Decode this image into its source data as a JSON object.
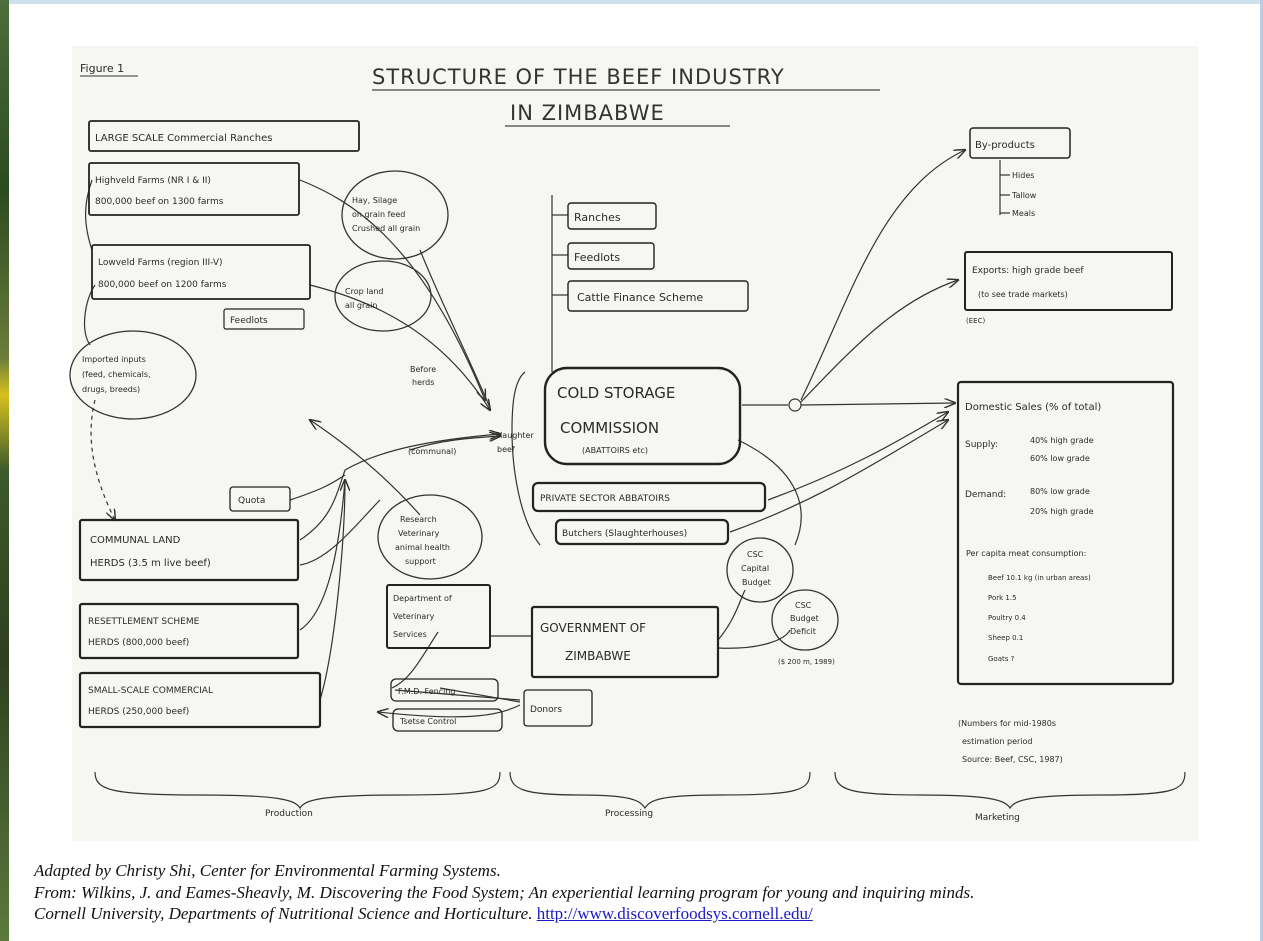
{
  "diagram": {
    "figure_label": "Figure 1",
    "title_line1": "STRUCTURE OF THE BEEF INDUSTRY",
    "title_line2": "IN ZIMBABWE",
    "nodes": {
      "large_scale": "LARGE SCALE Commercial Ranches",
      "highveld_l1": "Highveld Farms (NR I & II)",
      "highveld_l2": "800,000 beef on 1300 farms",
      "lowveld_l1": "Lowveld Farms (region III-V)",
      "lowveld_l2": "800,000 beef on 1200 farms",
      "lowveld_sub": "Feedlots",
      "hay_silage_l1": "Hay, Silage",
      "hay_silage_l2": "on grain feed",
      "hay_silage_l3": "Crushed all grain",
      "cropland_l1": "Crop land",
      "cropland_l2": "all grain",
      "imported_l1": "Imported inputs",
      "imported_l2": "(feed, chemicals,",
      "imported_l3": "drugs, breeds)",
      "before_l1": "Before",
      "before_l2": "herds",
      "ranches": "Ranches",
      "feedlots": "Feedlots",
      "cattle_finance": "Cattle Finance Scheme",
      "csc_l1": "COLD STORAGE",
      "csc_l2": "COMMISSION",
      "csc_l3": "(ABATTOIRS etc)",
      "private_sector": "PRIVATE SECTOR ABBATOIRS",
      "butchers": "Butchers (Slaughterhouses)",
      "slaughter_l1": "Slaughter",
      "slaughter_l2": "beef",
      "communal_label": "(communal)",
      "quota": "Quota",
      "communal_l1": "COMMUNAL LAND",
      "communal_l2": "HERDS (3.5 m live beef)",
      "research_l1": "Research",
      "research_l2": "Veterinary",
      "research_l3": "animal health",
      "research_l4": "support",
      "resettlement_l1": "RESETTLEMENT SCHEME",
      "resettlement_l2": "HERDS (800,000 beef)",
      "small_scale_l1": "SMALL-SCALE COMMERCIAL",
      "small_scale_l2": "HERDS (250,000 beef)",
      "dept_vet_l1": "Department of",
      "dept_vet_l2": "Veterinary",
      "dept_vet_l3": "Services",
      "govt_l1": "GOVERNMENT OF",
      "govt_l2": "ZIMBABWE",
      "csc_capital_l1": "CSC",
      "csc_capital_l2": "Capital",
      "csc_capital_l3": "Budget",
      "csc_deficit_l1": "CSC",
      "csc_deficit_l2": "Budget",
      "csc_deficit_l3": "Deficit",
      "csc_deficit_l4": "($ 200 m, 1989)",
      "fmd_fencing": "F.M.D. Fencing",
      "tsetse_control": "Tsetse Control",
      "donors": "Donors",
      "byproducts": "By-products",
      "bp_1": "Hides",
      "bp_2": "Tallow",
      "bp_3": "Meals",
      "exports_l1": "Exports: high grade beef",
      "exports_l2": "(to see trade markets)",
      "exports_sub": "(EEC)",
      "domestic_header": "Domestic Sales (% of total)",
      "domestic_supply_label": "Supply:",
      "domestic_supply_1": "40% high grade",
      "domestic_supply_2": "60% low grade",
      "domestic_demand_label": "Demand:",
      "domestic_demand_1": "80% low grade",
      "domestic_demand_2": "20% high grade",
      "per_capita": "Per capita meat consumption:",
      "pc_1": "Beef 10.1 kg (in urban areas)",
      "pc_2": "Pork 1.5",
      "pc_3": "Poultry 0.4",
      "pc_4": "Sheep 0.1",
      "pc_5": "Goats ?",
      "footnote_l1": "(Numbers for mid-1980s",
      "footnote_l2": "estimation period",
      "footnote_l3": "Source: Beef, CSC, 1987)"
    },
    "brackets": {
      "production": "Production",
      "processing": "Processing",
      "marketing": "Marketing"
    }
  },
  "caption": {
    "line1": "Adapted by Christy Shi, Center for Environmental Farming Systems.",
    "line2": "From:  Wilkins, J. and Eames-Sheavly, M. Discovering the Food System; An experiential learning program for young and inquiring minds.",
    "line3": "Cornell University, Departments of Nutritional Science and Horticulture. ",
    "link": "http://www.discoverfoodsys.cornell.edu/"
  }
}
